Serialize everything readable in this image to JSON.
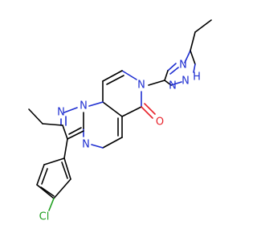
{
  "molecule": {
    "atoms": {
      "n1": "N",
      "n2": "N",
      "n3": "N",
      "n4": "N",
      "n5": "N",
      "n6": "N",
      "nh": "N",
      "h": "H",
      "o1": "O",
      "cl": "Cl"
    }
  },
  "colors": {
    "nitrogen": "#1f2fd1",
    "oxygen": "#e8222b",
    "chlorine": "#1f9f1f",
    "carbon": "#000000"
  }
}
